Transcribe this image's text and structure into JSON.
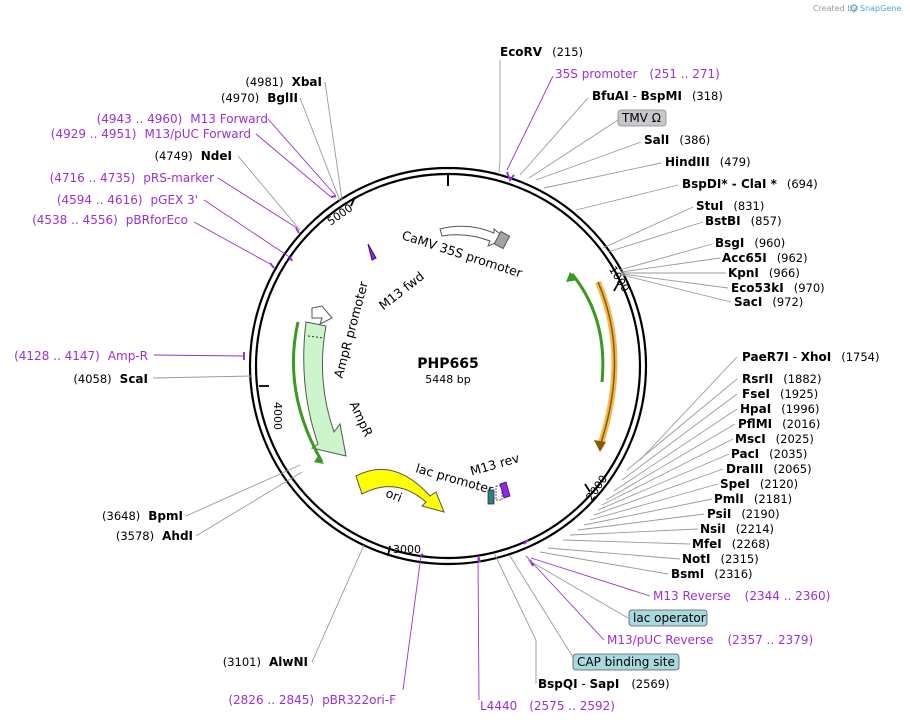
{
  "watermark": "Created by",
  "brand": "SnapGene",
  "plasmid": {
    "name": "PHP665",
    "size": "5448 bp"
  },
  "ticks": [
    "1000",
    "2000",
    "3000",
    "4000",
    "5000"
  ],
  "features": {
    "camv35s": "CaMV 35S promoter",
    "m13fwd": "M13 fwd",
    "ampr_promoter": "AmpR promoter",
    "ampr": "AmpR",
    "ori": "ori",
    "lac_promoter": "lac promoter",
    "m13rev": "M13 rev"
  },
  "right_labels": [
    {
      "name": "EcoRV",
      "sep": "",
      "name2": "",
      "pos": "(215)",
      "kind": "enzyme"
    },
    {
      "name": "35S promoter",
      "pos": "(251 .. 271)",
      "kind": "primer"
    },
    {
      "name": "BfuAI",
      "sep": " - ",
      "name2": "BspMI",
      "pos": "(318)",
      "kind": "enzyme"
    },
    {
      "name": "TMV Ω",
      "kind": "box-gray"
    },
    {
      "name": "SalI",
      "sep": "",
      "name2": "",
      "pos": "(386)",
      "kind": "enzyme"
    },
    {
      "name": "HindIII",
      "sep": "",
      "name2": "",
      "pos": "(479)",
      "kind": "enzyme"
    },
    {
      "name": "BspDI",
      "sep": "* - ",
      "name2": "ClaI *",
      "pos": "(694)",
      "kind": "enzyme"
    },
    {
      "name": "StuI",
      "sep": "",
      "name2": "",
      "pos": "(831)",
      "kind": "enzyme"
    },
    {
      "name": "BstBI",
      "sep": "",
      "name2": "",
      "pos": "(857)",
      "kind": "enzyme"
    },
    {
      "name": "BsgI",
      "sep": "",
      "name2": "",
      "pos": "(960)",
      "kind": "enzyme"
    },
    {
      "name": "Acc65I",
      "sep": "",
      "name2": "",
      "pos": "(962)",
      "kind": "enzyme"
    },
    {
      "name": "KpnI",
      "sep": "",
      "name2": "",
      "pos": "(966)",
      "kind": "enzyme"
    },
    {
      "name": "Eco53kI",
      "sep": "",
      "name2": "",
      "pos": "(970)",
      "kind": "enzyme"
    },
    {
      "name": "SacI",
      "sep": "",
      "name2": "",
      "pos": "(972)",
      "kind": "enzyme"
    },
    {
      "name": "PaeR7I",
      "sep": " - ",
      "name2": "XhoI",
      "pos": "(1754)",
      "kind": "enzyme"
    },
    {
      "name": "RsrII",
      "sep": "",
      "name2": "",
      "pos": "(1882)",
      "kind": "enzyme"
    },
    {
      "name": "FseI",
      "sep": "",
      "name2": "",
      "pos": "(1925)",
      "kind": "enzyme"
    },
    {
      "name": "HpaI",
      "sep": "",
      "name2": "",
      "pos": "(1996)",
      "kind": "enzyme"
    },
    {
      "name": "PflMI",
      "sep": "",
      "name2": "",
      "pos": "(2016)",
      "kind": "enzyme"
    },
    {
      "name": "MscI",
      "sep": "",
      "name2": "",
      "pos": "(2025)",
      "kind": "enzyme"
    },
    {
      "name": "PacI",
      "sep": "",
      "name2": "",
      "pos": "(2035)",
      "kind": "enzyme"
    },
    {
      "name": "DraIII",
      "sep": "",
      "name2": "",
      "pos": "(2065)",
      "kind": "enzyme"
    },
    {
      "name": "SpeI",
      "sep": "",
      "name2": "",
      "pos": "(2120)",
      "kind": "enzyme"
    },
    {
      "name": "PmlI",
      "sep": "",
      "name2": "",
      "pos": "(2181)",
      "kind": "enzyme"
    },
    {
      "name": "PsiI",
      "sep": "",
      "name2": "",
      "pos": "(2190)",
      "kind": "enzyme"
    },
    {
      "name": "NsiI",
      "sep": "",
      "name2": "",
      "pos": "(2214)",
      "kind": "enzyme"
    },
    {
      "name": "MfeI",
      "sep": "",
      "name2": "",
      "pos": "(2268)",
      "kind": "enzyme"
    },
    {
      "name": "NotI",
      "sep": "",
      "name2": "",
      "pos": "(2315)",
      "kind": "enzyme"
    },
    {
      "name": "BsmI",
      "sep": "",
      "name2": "",
      "pos": "(2316)",
      "kind": "enzyme"
    },
    {
      "name": "M13 Reverse",
      "pos": "(2344 .. 2360)",
      "kind": "primer"
    },
    {
      "name": "lac operator",
      "kind": "box-blue"
    },
    {
      "name": "M13/pUC Reverse",
      "pos": "(2357 .. 2379)",
      "kind": "primer"
    },
    {
      "name": "CAP binding site",
      "kind": "box-blue"
    },
    {
      "name": "BspQI",
      "sep": " - ",
      "name2": "SapI",
      "pos": "(2569)",
      "kind": "enzyme"
    },
    {
      "name": "L4440",
      "pos": "(2575 .. 2592)",
      "kind": "primer"
    }
  ],
  "left_labels": [
    {
      "name": "XbaI",
      "pos": "(4981)",
      "kind": "enzyme"
    },
    {
      "name": "BglII",
      "pos": "(4970)",
      "kind": "enzyme"
    },
    {
      "name": "M13 Forward",
      "pos": "(4943 .. 4960)",
      "kind": "primer"
    },
    {
      "name": "M13/pUC Forward",
      "pos": "(4929 .. 4951)",
      "kind": "primer"
    },
    {
      "name": "NdeI",
      "pos": "(4749)",
      "kind": "enzyme"
    },
    {
      "name": "pRS-marker",
      "pos": "(4716 .. 4735)",
      "kind": "primer"
    },
    {
      "name": "pGEX 3'",
      "pos": "(4594 .. 4616)",
      "kind": "primer"
    },
    {
      "name": "pBRforEco",
      "pos": "(4538 .. 4556)",
      "kind": "primer"
    },
    {
      "name": "Amp-R",
      "pos": "(4128 .. 4147)",
      "kind": "primer"
    },
    {
      "name": "ScaI",
      "pos": "(4058)",
      "kind": "enzyme"
    },
    {
      "name": "BpmI",
      "pos": "(3648)",
      "kind": "enzyme"
    },
    {
      "name": "AhdI",
      "pos": "(3578)",
      "kind": "enzyme"
    },
    {
      "name": "AlwNI",
      "pos": "(3101)",
      "kind": "enzyme"
    },
    {
      "name": "pBR322ori-F",
      "pos": "(2826 .. 2845)",
      "kind": "primer"
    }
  ],
  "colors": {
    "primer": "#9b30d9",
    "gray_box": "#c8c8cc",
    "blue_box": "#a8d8e0",
    "ampr_fill": "#ccf5cc",
    "ori_fill": "#ffff00",
    "promoter_fill": "#ffffff",
    "green_arc": "#3a9a1e",
    "orange_arc": "#f3b84d"
  }
}
